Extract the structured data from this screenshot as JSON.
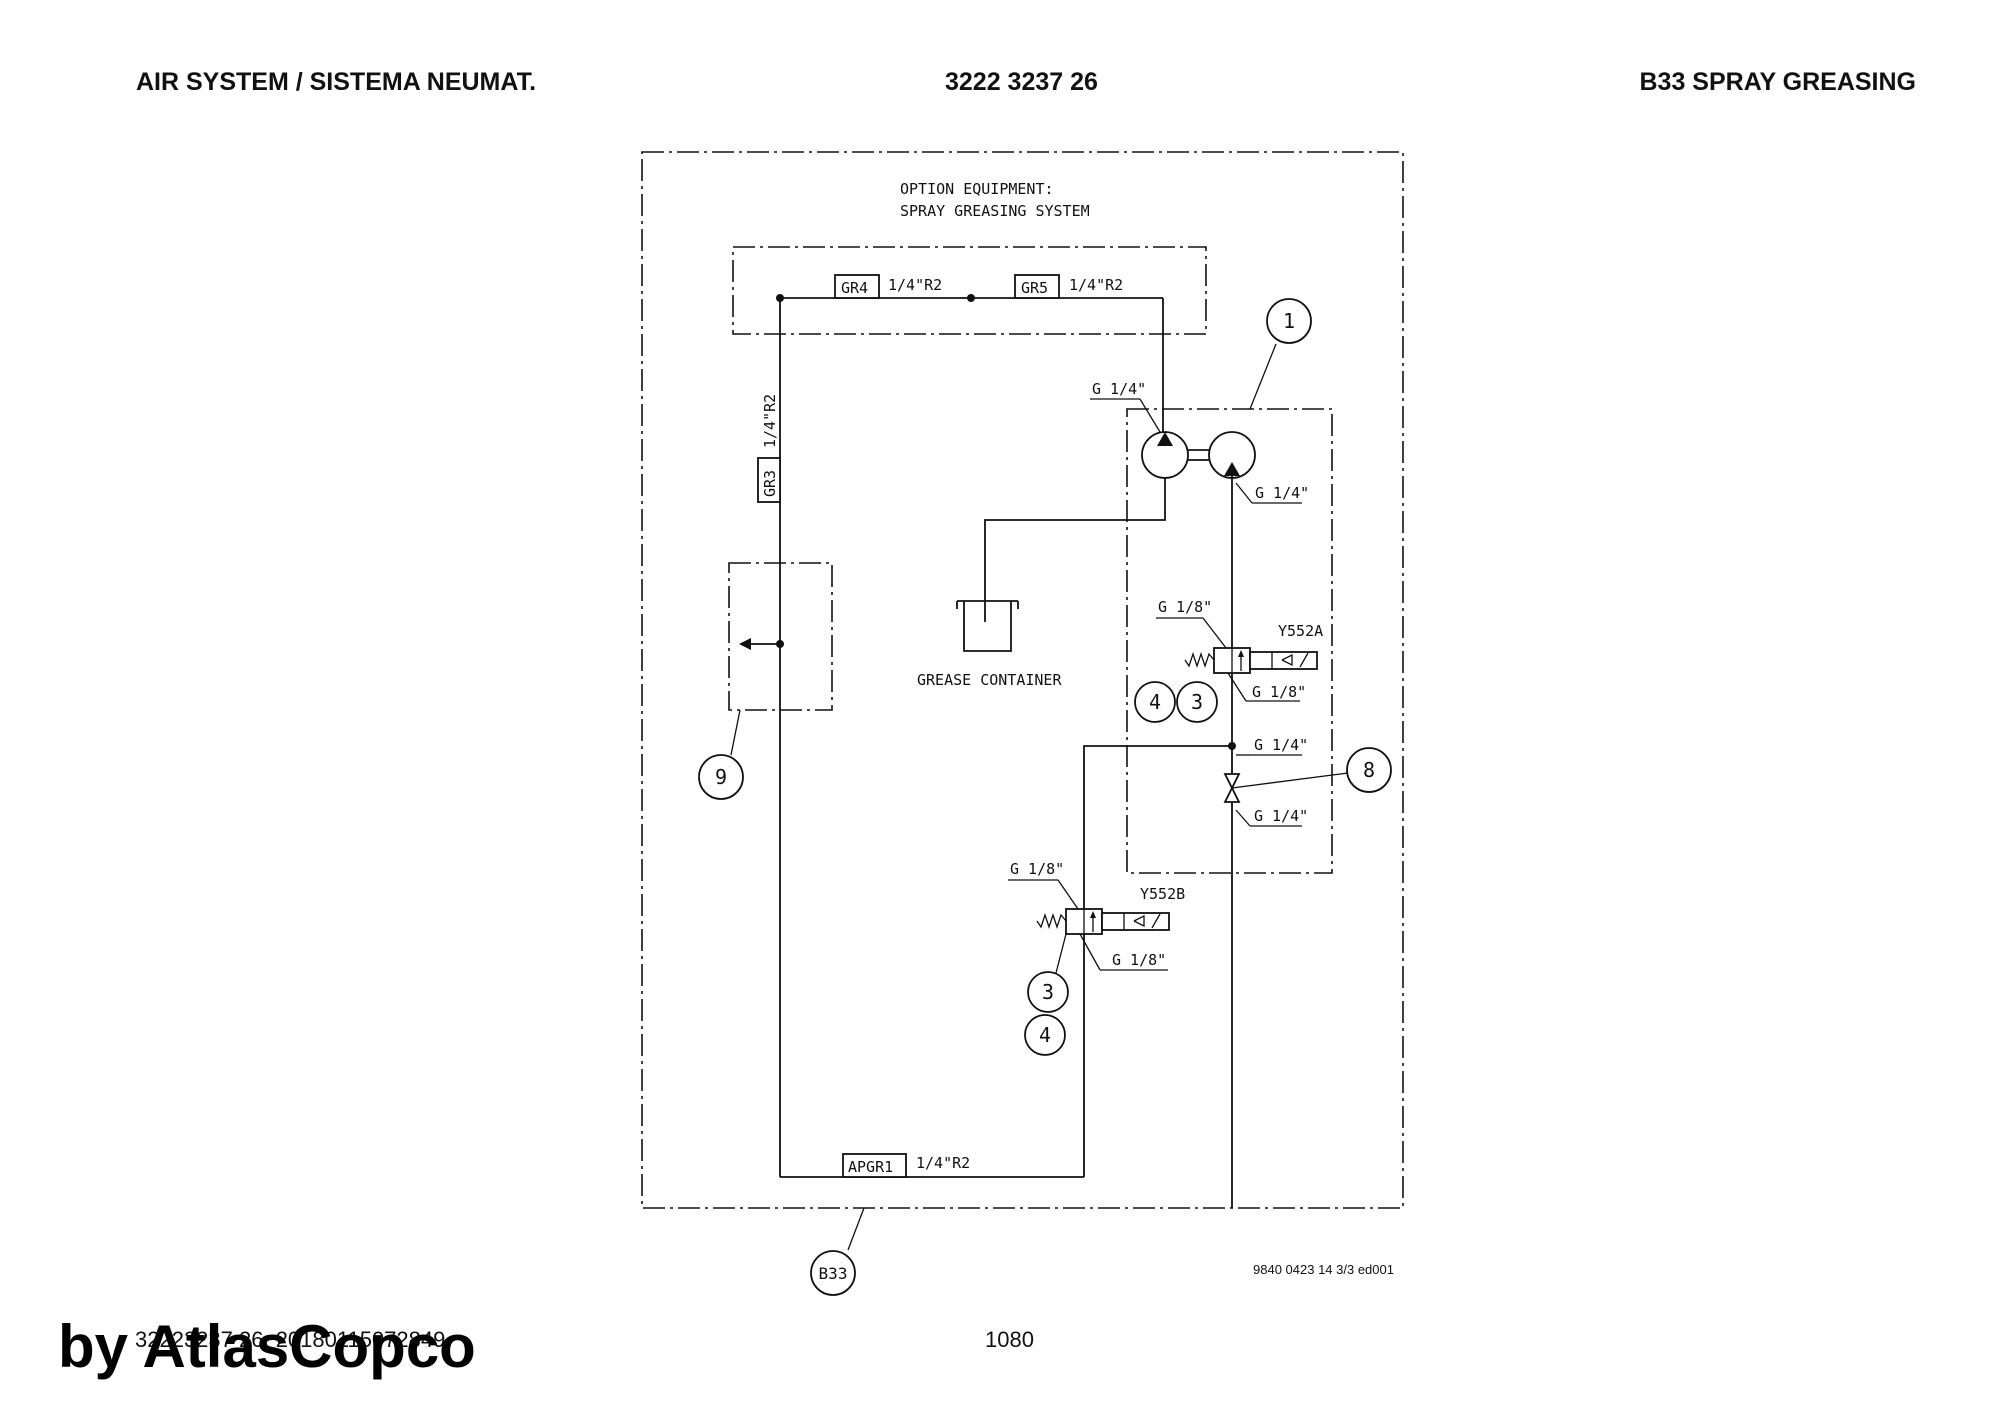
{
  "header": {
    "left": "AIR SYSTEM / SISTEMA NEUMAT.",
    "center": "3222 3237 26",
    "right": "B33 SPRAY GREASING"
  },
  "diagram": {
    "title_line1": "OPTION EQUIPMENT:",
    "title_line2": "SPRAY GREASING SYSTEM",
    "grease_container_label": "GREASE CONTAINER",
    "hoses": {
      "gr4": "GR4",
      "gr4_spec": "1/4\"R2",
      "gr5": "GR5",
      "gr5_spec": "1/4\"R2",
      "gr3": "GR3",
      "gr3_spec": "1/4\"R2",
      "apgr1": "APGR1",
      "apgr1_spec": "1/4\"R2"
    },
    "ports": {
      "pump_grease_in": "G 1/4\"",
      "pump_air_in": "G 1/4\"",
      "y552a_top": "G 1/8\"",
      "y552a_bottom": "G 1/8\"",
      "valve8_top": "G 1/4\"",
      "valve8_bottom": "G 1/4\"",
      "y552b_top": "G 1/8\"",
      "y552b_bottom": "G 1/8\""
    },
    "valves": {
      "y552a": "Y552A",
      "y552b": "Y552B"
    },
    "callouts": {
      "c1": "1",
      "c9": "9",
      "c8": "8",
      "c4a": "4",
      "c3a": "3",
      "c3b": "3",
      "c4b": "4",
      "b33": "B33"
    },
    "drawing_ref": "9840 0423 14 3/3 ed001"
  },
  "footer": {
    "doc_id": "32223237 26_20180115072849",
    "page": "1080",
    "watermark": "by AtlasCopco"
  }
}
